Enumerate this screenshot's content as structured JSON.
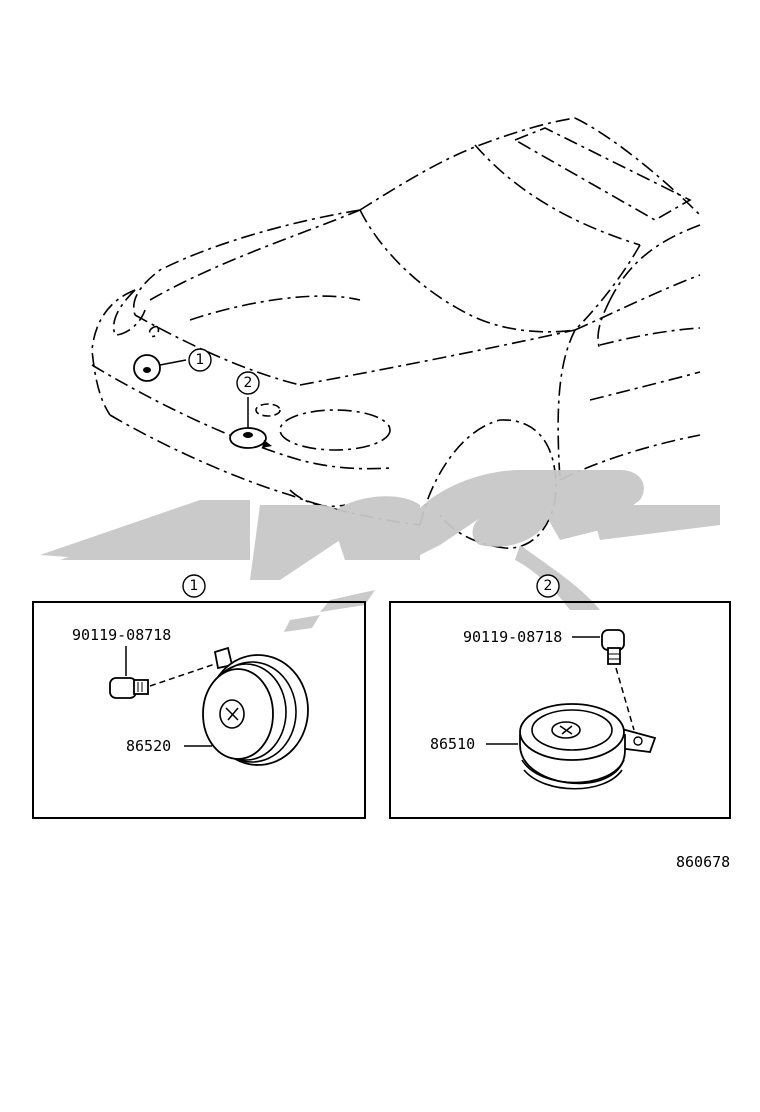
{
  "diagram": {
    "callouts": [
      {
        "number": "1"
      },
      {
        "number": "2"
      }
    ],
    "detail_1": {
      "number": "1",
      "bolt_part_number": "90119-08718",
      "horn_part_number": "86520"
    },
    "detail_2": {
      "number": "2",
      "bolt_part_number": "90119-08718",
      "horn_part_number": "86510"
    },
    "drawing_number": "860678",
    "watermark_text": "عوض پارت",
    "watermark_color": "#c8c8c8"
  }
}
